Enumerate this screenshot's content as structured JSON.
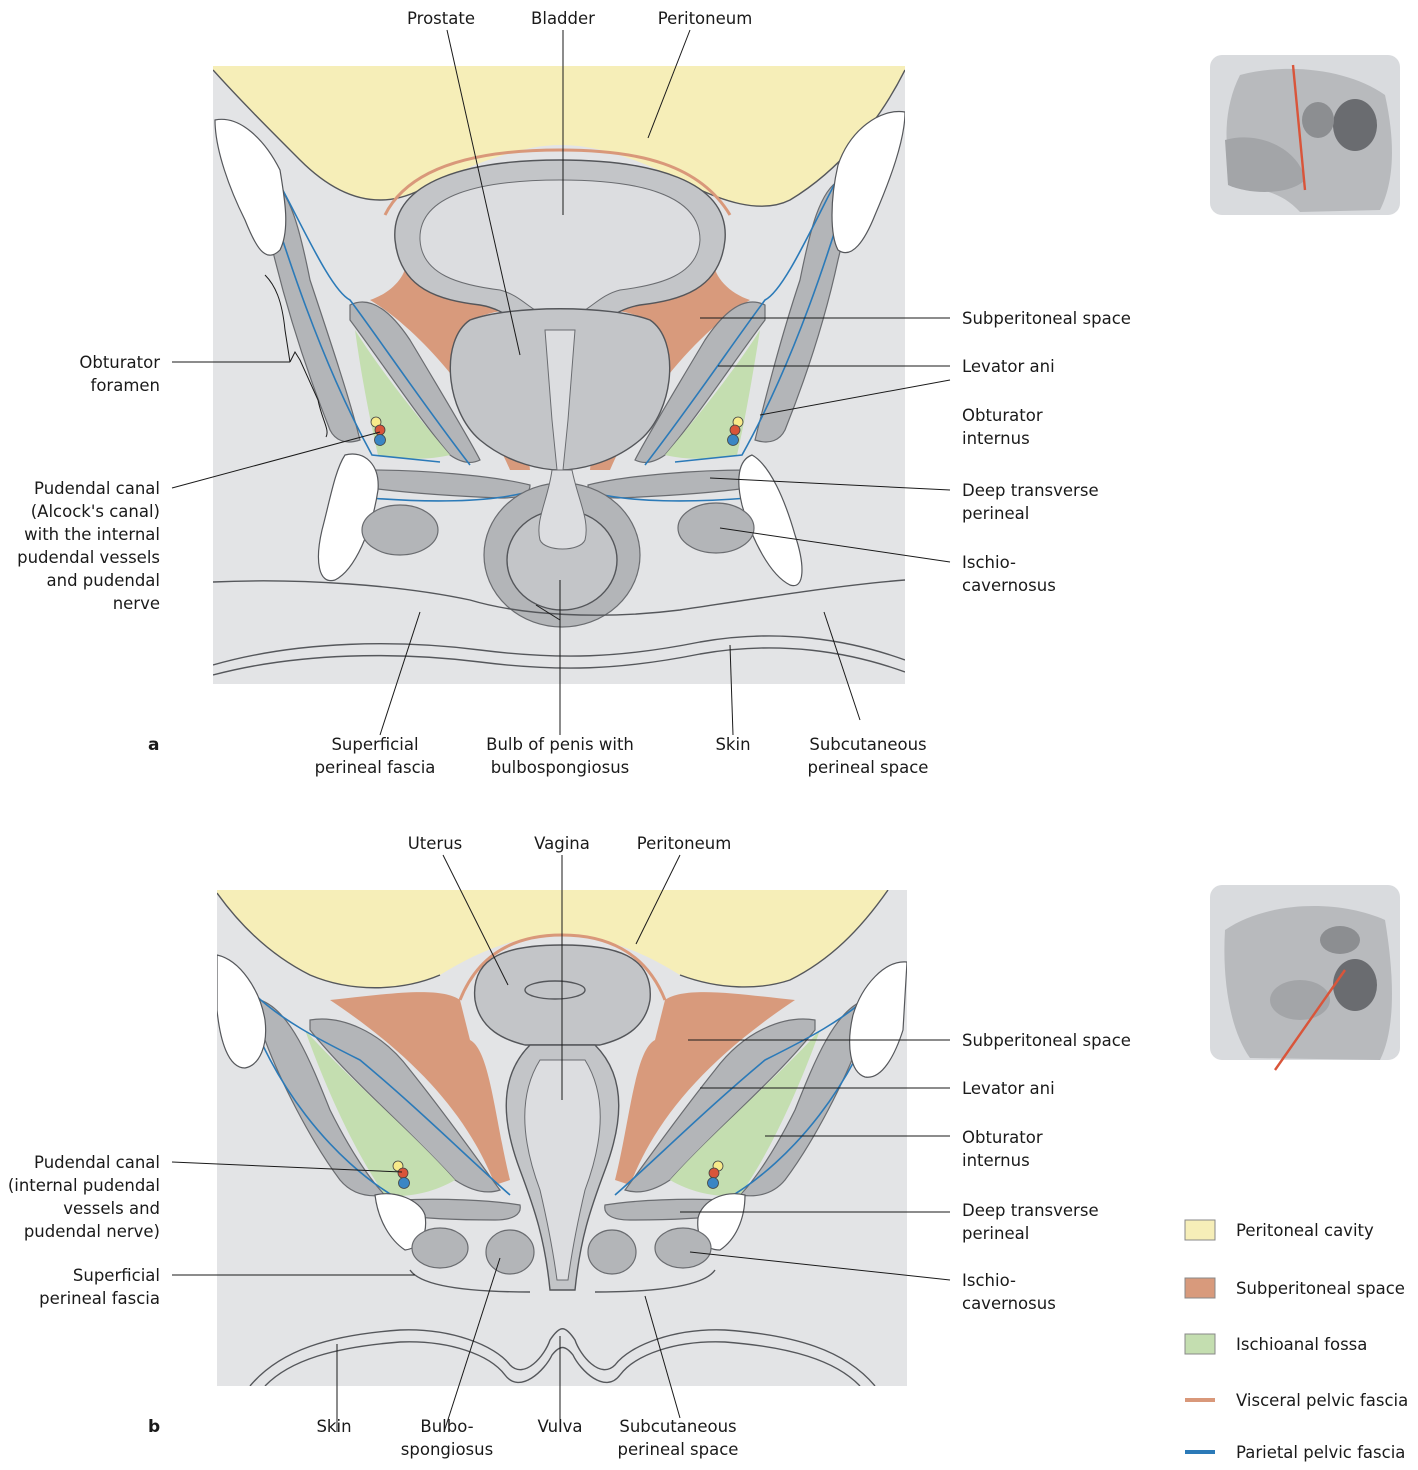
{
  "panel_a": {
    "letter": "a",
    "labels": {
      "prostate": "Prostate",
      "bladder": "Bladder",
      "peritoneum": "Peritoneum",
      "subperitoneal_space": "Subperitoneal space",
      "levator_ani": "Levator ani",
      "obturator_internus_1": "Obturator",
      "obturator_internus_2": "internus",
      "deep_transverse_1": "Deep transverse",
      "deep_transverse_2": "perineal",
      "ischio_1": "Ischio-",
      "ischio_2": "cavernosus",
      "obturator_foramen_1": "Obturator",
      "obturator_foramen_2": "foramen",
      "pudendal_1": "Pudendal canal",
      "pudendal_2": "(Alcock's canal)",
      "pudendal_3": "with the internal",
      "pudendal_4": "pudendal vessels",
      "pudendal_5": "and pudendal",
      "pudendal_6": "nerve",
      "superficial_1": "Superficial",
      "superficial_2": "perineal fascia",
      "bulb_1": "Bulb of penis with",
      "bulb_2": "bulbospongiosus",
      "skin": "Skin",
      "subcut_1": "Subcutaneous",
      "subcut_2": "perineal space"
    }
  },
  "panel_b": {
    "letter": "b",
    "labels": {
      "uterus": "Uterus",
      "vagina": "Vagina",
      "peritoneum": "Peritoneum",
      "subperitoneal_space": "Subperitoneal space",
      "levator_ani": "Levator ani",
      "obturator_internus_1": "Obturator",
      "obturator_internus_2": "internus",
      "deep_transverse_1": "Deep transverse",
      "deep_transverse_2": "perineal",
      "ischio_1": "Ischio-",
      "ischio_2": "cavernosus",
      "pudendal_1": "Pudendal canal",
      "pudendal_2": "(internal pudendal",
      "pudendal_3": "vessels and",
      "pudendal_4": "pudendal nerve)",
      "superficial_1": "Superficial",
      "superficial_2": "perineal fascia",
      "skin": "Skin",
      "bulbo_1": "Bulbo-",
      "bulbo_2": "spongiosus",
      "vulva": "Vulva",
      "subcut_1": "Subcutaneous",
      "subcut_2": "perineal space"
    }
  },
  "legend": {
    "items": [
      {
        "label": "Peritoneal cavity",
        "color": "#f6eeb8",
        "kind": "swatch"
      },
      {
        "label": "Subperitoneal space",
        "color": "#d89a7c",
        "kind": "swatch"
      },
      {
        "label": "Ischioanal fossa",
        "color": "#c4deb0",
        "kind": "swatch"
      },
      {
        "label": "Visceral pelvic fascia",
        "color": "#d9987a",
        "kind": "line"
      },
      {
        "label": "Parietal pelvic fascia",
        "color": "#2b7ab8",
        "kind": "line"
      }
    ]
  },
  "colors": {
    "background_tissue": "#e3e4e6",
    "peritoneal_cavity": "#f6eeb8",
    "subperitoneal_space": "#d89a7c",
    "ischioanal_fossa": "#c4deb0",
    "visceral_fascia": "#d9987a",
    "parietal_fascia": "#2b7ab8",
    "section_line": "#d9553a"
  },
  "icons": {
    "thumb_a": "male-pelvis-sagittal-thumbnail",
    "thumb_b": "female-pelvis-sagittal-thumbnail"
  }
}
